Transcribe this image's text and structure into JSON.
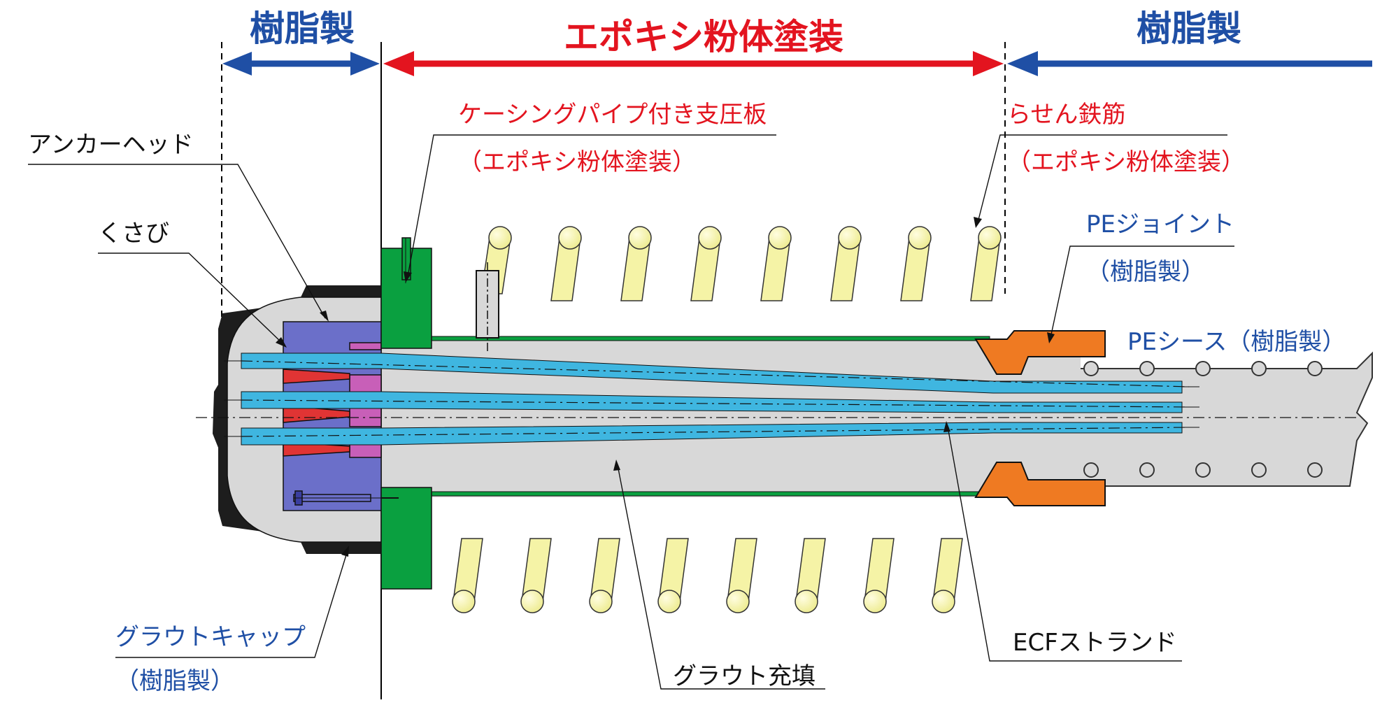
{
  "colors": {
    "blue_text": "#1f4fa5",
    "red_text": "#e3141f",
    "dark_text": "#111111",
    "green_plate": "#0aa040",
    "grout_fill": "#d8d8d8",
    "strand": "#3fb6e0",
    "anchor_head": "#6b6fc9",
    "wedge": "#e03434",
    "wedge_plate": "#c85fb8",
    "pe_joint": "#ef7a22",
    "rebar": "#f5f3a6",
    "cap": "#222222"
  },
  "headers": {
    "left_resin": "樹脂製",
    "center_epoxy": "エポキシ粉体塗装",
    "right_resin": "樹脂製"
  },
  "labels": {
    "anchor_head": "アンカーヘッド",
    "wedge": "くさび",
    "casing_plate": "ケーシングパイプ付き支圧板",
    "casing_plate_note": "（エポキシ粉体塗装）",
    "spiral_rebar": "らせん鉄筋",
    "spiral_rebar_note": "（エポキシ粉体塗装）",
    "pe_joint": "PEジョイント",
    "pe_joint_note": "（樹脂製）",
    "pe_sheath": "PEシース（樹脂製）",
    "grout_cap": "グラウトキャップ",
    "grout_cap_note": "（樹脂製）",
    "grout_fill": "グラウト充填",
    "ecf_strand": "ECFストランド"
  }
}
